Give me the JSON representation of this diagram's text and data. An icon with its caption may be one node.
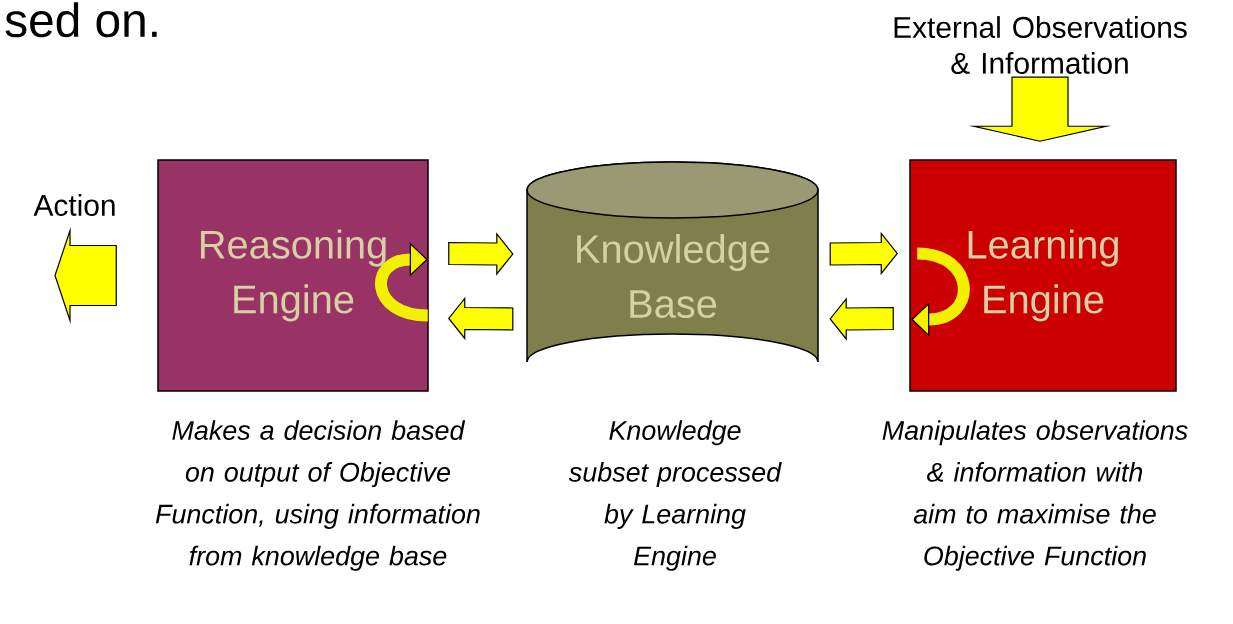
{
  "diagram": {
    "nodes": [
      {
        "text": [
          "Reasoning Engine"
        ],
        "beside": [
          "Makes a decision based on output of Objective Function, using information from knowledge base"
        ]
      },
      {
        "text": [
          "Knowledge Base"
        ],
        "beside": [
          "Knowledge subset processed by Learning Engine"
        ]
      },
      {
        "text": [
          "Learning Engine"
        ],
        "beside": [
          "Manipulates observations & information with aim to maximise the Objective Function"
        ]
      },
      {
        "text": [
          "Action"
        ]
      },
      {
        "text": [
          "External Observations & Information"
        ]
      }
    ],
    "edges": [
      {
        "from": 0,
        "to": 1,
        "arrow": "to"
      },
      {
        "from": 1,
        "to": 0,
        "arrow": "to"
      },
      {
        "from": 1,
        "to": 2,
        "arrow": "to"
      },
      {
        "from": 2,
        "to": 1,
        "arrow": "to"
      },
      {
        "from": 0,
        "to": 0,
        "arrow": "to"
      },
      {
        "from": 2,
        "to": 2,
        "arrow": "to"
      },
      {
        "from": 0,
        "to": 3,
        "arrow": "to"
      },
      {
        "from": 4,
        "to": 2,
        "arrow": "to"
      }
    ],
    "labels": [
      "sed on."
    ]
  }
}
